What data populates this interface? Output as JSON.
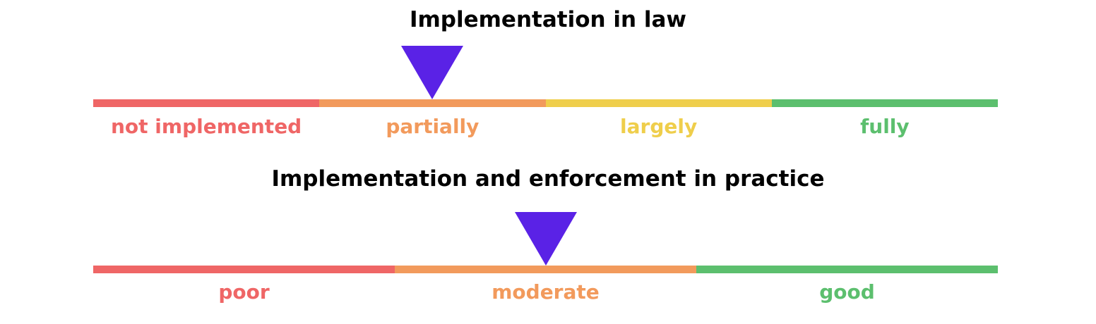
{
  "scales": [
    {
      "title": "Implementation in law",
      "categories": [
        {
          "label": "not implemented",
          "color": "#ef6666"
        },
        {
          "label": "partially",
          "color": "#f29a5c"
        },
        {
          "label": "largely",
          "color": "#efce4b"
        },
        {
          "label": "fully",
          "color": "#5cbf6e"
        }
      ],
      "selected": "partially",
      "marker_value": 0.375,
      "marker_color": "#5a22e6"
    },
    {
      "title": "Implementation and enforcement in practice",
      "categories": [
        {
          "label": "poor",
          "color": "#ef6666"
        },
        {
          "label": "moderate",
          "color": "#f29a5c"
        },
        {
          "label": "good",
          "color": "#5cbf6e"
        }
      ],
      "selected": "moderate",
      "marker_value": 0.5,
      "marker_color": "#5a22e6"
    }
  ]
}
